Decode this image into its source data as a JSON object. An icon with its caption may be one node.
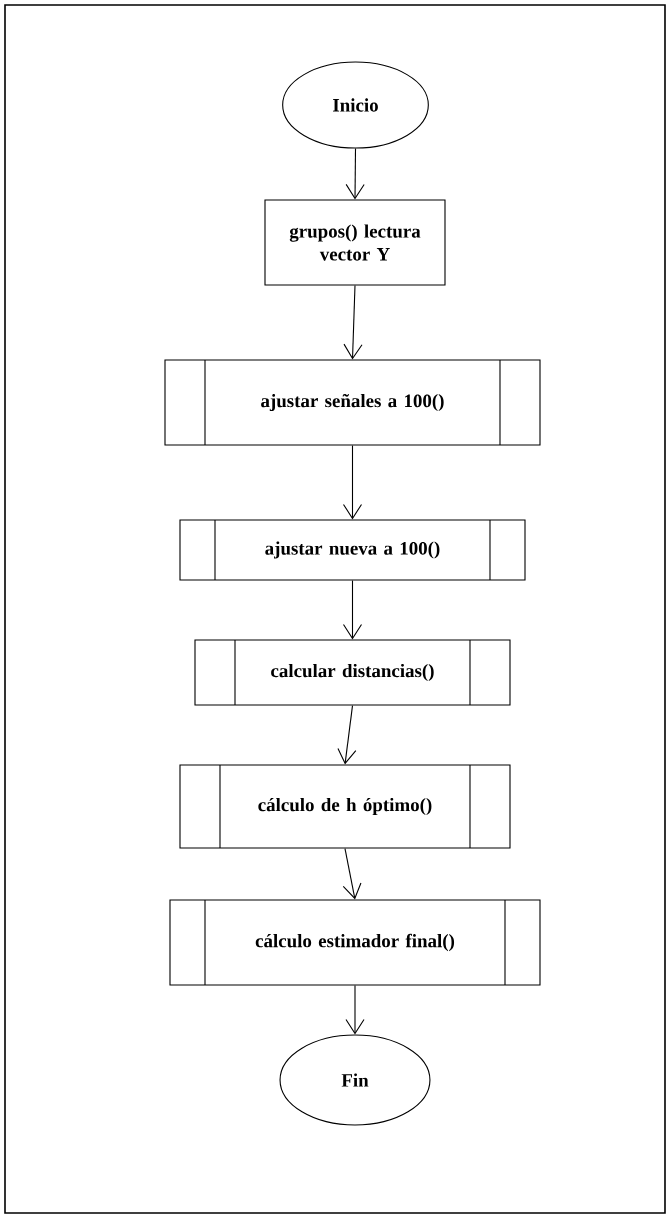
{
  "diagram": {
    "nodes": [
      {
        "text": [
          "Inicio"
        ]
      },
      {
        "text": [
          "grupos() lectura vector Y"
        ]
      },
      {
        "text": [
          "ajustar señales a 100()"
        ]
      },
      {
        "text": [
          "ajustar nueva a 100()"
        ]
      },
      {
        "text": [
          "calcular distancias()"
        ]
      },
      {
        "text": [
          "cálculo de h óptimo()"
        ]
      },
      {
        "text": [
          "cálculo estimador final()"
        ]
      },
      {
        "text": [
          "Fin"
        ]
      }
    ],
    "edges": [
      {
        "from": 0,
        "to": 1,
        "arrow": "to"
      },
      {
        "from": 1,
        "to": 2,
        "arrow": "to"
      },
      {
        "from": 2,
        "to": 3,
        "arrow": "to"
      },
      {
        "from": 3,
        "to": 4,
        "arrow": "to"
      },
      {
        "from": 4,
        "to": 5,
        "arrow": "to"
      },
      {
        "from": 5,
        "to": 6,
        "arrow": "to"
      },
      {
        "from": 6,
        "to": 7,
        "arrow": "to"
      }
    ]
  }
}
